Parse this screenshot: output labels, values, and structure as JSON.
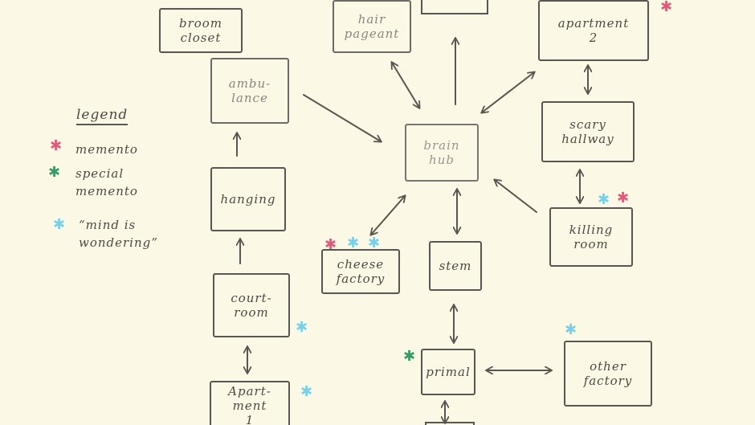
{
  "colors": {
    "memento": "#e05a7a",
    "special_memento": "#3a9a6a",
    "mind_wandering": "#7ad0e6",
    "ink": "#5a5550"
  },
  "legend": {
    "title": "legend",
    "items": [
      {
        "symbol": "red-star",
        "label": "memento"
      },
      {
        "symbol": "green-star",
        "label": "special\nmemento"
      },
      {
        "symbol": "blue-star",
        "label": "“mind is\nwondering”"
      }
    ]
  },
  "nodes": {
    "broom_closet": "broom\ncloset",
    "ambulance": "ambu-\nlance",
    "hanging": "hanging",
    "courtroom": "court-\nroom",
    "apartment_1": "Apart-\nment\n1",
    "hair_pageant": "hair\npageant",
    "apartment_2": "apartment\n2",
    "scary_hallway": "scary\nhallway",
    "killing_room": "killing\nroom",
    "brain_hub": "brain\nhub",
    "cheese_factory": "cheese\nfactory",
    "stem": "stem",
    "primal": "primal",
    "other_factory": "other\nfactory"
  },
  "star_glyph": "✱"
}
